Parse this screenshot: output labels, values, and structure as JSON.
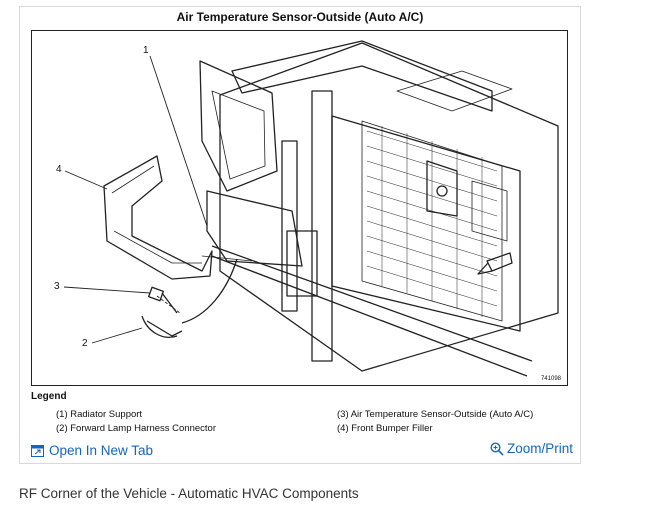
{
  "figure": {
    "title": "Air Temperature Sensor-Outside (Auto A/C)",
    "callouts": [
      "1",
      "2",
      "3",
      "4"
    ],
    "code": "741098"
  },
  "legend": {
    "title": "Legend",
    "items": [
      "(1)  Radiator Support",
      "(2)  Forward Lamp Harness Connector",
      "(3)  Air Temperature Sensor-Outside (Auto A/C)",
      "(4)  Front Bumper Filler"
    ]
  },
  "actions": {
    "open_new_tab": "Open In New Tab",
    "zoom_print": "Zoom/Print"
  },
  "caption": "RF Corner of the Vehicle - Automatic HVAC Components",
  "colors": {
    "link": "#1565c0",
    "line": "#222222"
  },
  "icons": {
    "open_tab": "open-new-tab-icon",
    "zoom": "zoom-icon"
  }
}
